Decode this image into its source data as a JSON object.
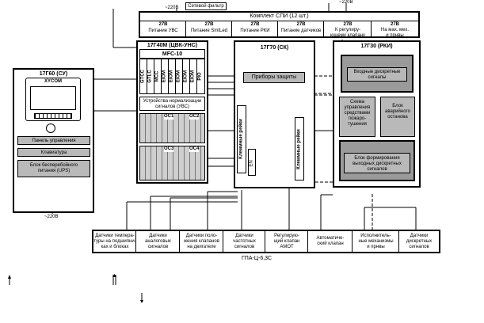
{
  "power": {
    "left": "~220В",
    "right": "~220В",
    "filter": "Сетевой фильтр",
    "cu_supply": "~220В"
  },
  "spi": {
    "title": "Комплект СПИ (12 шт.)",
    "cells": [
      {
        "v": "27В",
        "label": "Питание УВС"
      },
      {
        "v": "27В",
        "label": "Питание SmtLed"
      },
      {
        "v": "27В",
        "label": "Питание РКИ"
      },
      {
        "v": "27В",
        "label": "Питание датчиков"
      },
      {
        "v": "27В",
        "label": "К регулиру-\nющему клапану"
      },
      {
        "v": "27В",
        "label": "На мах. мех.\nи прнвы"
      }
    ]
  },
  "cu": {
    "title": "17Г60 (СУ)",
    "screen_label": "XYCOM",
    "blocks": [
      "Панель управления",
      "Клавиатура",
      "Блок бесперебойного\nпитания (UPS)"
    ]
  },
  "cdu": {
    "title": "17Г40М (ЦВК-УНС)",
    "mfc": "MFC-10",
    "cards": [
      "GTCC",
      "GTLC",
      "MCC",
      "EIOM",
      "EIOM",
      "EIOM",
      "EIOM",
      "EIOM",
      "PIO"
    ],
    "uvs": "Устройства нормализации\nсигналов (УВС)",
    "tags": [
      "ОС1",
      "ОС2",
      "ОС3",
      "ОС4"
    ]
  },
  "sk": {
    "title": "17Г70 (СК)",
    "protect": "Приборы защиты",
    "terminals_left": "Клеммные рейки",
    "terminals_right": "Клеммные рейки",
    "mini": "ЕN"
  },
  "rki": {
    "title": "17Г30 (РКИ)",
    "input": "Входные дискретные\nсигналы",
    "control": "Схема\nуправления\nсредствами\nпожаро-\nтушения",
    "emergency": "Блок\nаварийного\nостанова",
    "output": "Блок формирования\nвыходных дискретных\nсигналов"
  },
  "sensors": {
    "items": [
      "Датчики темпера-\nтуры на подшипни-\nках и блоках",
      "Датчики\nаналоговых\nсигналов",
      "Датчики поло-\nжения клапанов\nна двигателе",
      "Датчики\nчастотных\nсигналов",
      "Регулирую-\nщий клапан\nАМОТ",
      "Автоматиче-\nский клапан",
      "Исполнитель-\nные механизмы\nи прнвы",
      "Датчики\nдискретных\nсигналов"
    ],
    "caption": "ГПА-Ц-6,3С"
  }
}
